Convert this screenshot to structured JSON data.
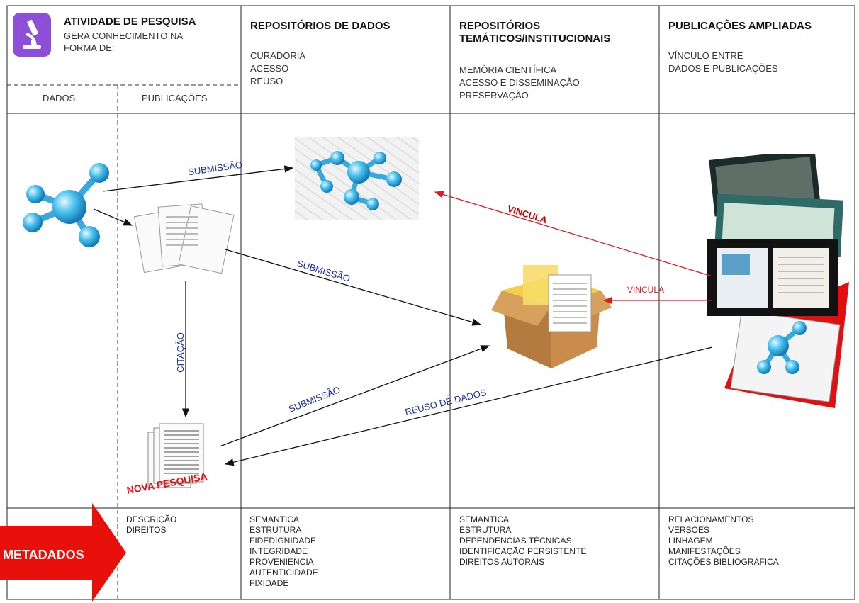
{
  "header": {
    "activity": {
      "title": "ATIVIDADE DE PESQUISA",
      "subtitle_lines": [
        "GERA CONHECIMENTO NA",
        "FORMA DE:"
      ],
      "sub_data": "DADOS",
      "sub_pubs": "PUBLICAÇÕES"
    },
    "data_repos": {
      "title": "REPOSITÓRIOS DE DADOS",
      "items": [
        "CURADORIA",
        "ACESSO",
        "REUSO"
      ]
    },
    "thematic_repos": {
      "title_lines": [
        "REPOSITÓRIOS",
        "TEMÁTICOS/INSTITUCIONAIS"
      ],
      "items": [
        "MEMÓRIA CIENTÍFICA",
        "ACESSO E DISSEMINAÇÃO",
        "PRESERVAÇÃO"
      ]
    },
    "enhanced_pubs": {
      "title": "PUBLICAÇÕES AMPLIADAS",
      "items": [
        "VÍNCULO ENTRE",
        "DADOS E PUBLICAÇÕES"
      ]
    }
  },
  "flow_labels": {
    "submission_top": "SUBMISSÃO",
    "submission_mid": "SUBMISSÃO",
    "submission_low": "SUBMISSÃO",
    "citation": "CITAÇÃO",
    "links_top": "VINCULA",
    "links_mid": "VINCULA",
    "data_reuse": "REUSO DE DADOS",
    "new_research": "NOVA PESQUISA"
  },
  "metadata": {
    "arrow_label": "METADADOS",
    "publications": [
      "DESCRIÇÃO",
      "DIREITOS"
    ],
    "data_repos": [
      "SEMANTICA",
      "ESTRUTURA",
      "FIDEDIGNIDADE",
      "INTEGRIDADE",
      "PROVENIENCIA",
      "AUTENTICIDADE",
      "FIXIDADE"
    ],
    "thematic_repos": [
      "SEMANTICA",
      "ESTRUTURA",
      "DEPENDENCIAS TÉCNICAS",
      "IDENTIFICAÇÃO PERSISTENTE",
      "DIREITOS AUTORAIS"
    ],
    "enhanced_pubs": [
      "RELACIONAMENTOS",
      "VERSOES",
      "LINHAGEM",
      "MANIFESTAÇÕES",
      "CITAÇÕES BIBLIOGRAFICA"
    ]
  },
  "icons": {
    "app_icon": "microscope-icon",
    "molecule": "molecule-icon",
    "papers": "documents-icon",
    "box": "archive-box-icon",
    "journals": "journals-icon"
  },
  "colors": {
    "arrow_black": "#111111",
    "arrow_red": "#d42020",
    "label_blue": "#1a2d9e",
    "metadata_red": "#e8100a",
    "molecule": "#35b5ea",
    "app_icon": "#8d4fd6"
  }
}
